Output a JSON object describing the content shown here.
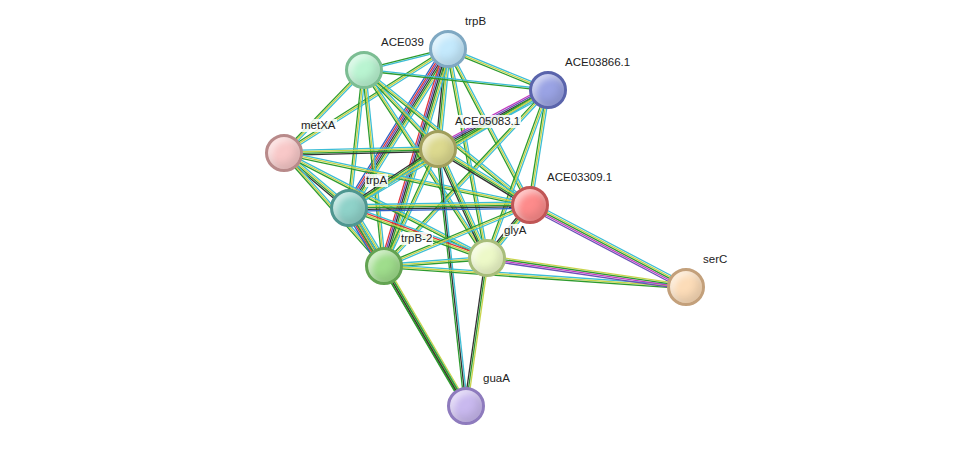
{
  "diagram": {
    "nodes": [
      {
        "text": [
          "trpB"
        ]
      },
      {
        "text": [
          "ACE039"
        ]
      },
      {
        "text": [
          "ACE03866.1"
        ]
      },
      {
        "text": [
          "metXA"
        ]
      },
      {
        "text": [
          "ACE05083.1"
        ]
      },
      {
        "text": [
          "trpA"
        ]
      },
      {
        "text": [
          "ACE03309.1"
        ]
      },
      {
        "text": [
          "trpB-2"
        ]
      },
      {
        "text": [
          "glyA"
        ]
      },
      {
        "text": [
          "serC"
        ]
      },
      {
        "text": [
          "guaA"
        ]
      }
    ],
    "edges": [
      {
        "from": 0,
        "to": 1,
        "arrow": "none"
      },
      {
        "from": 0,
        "to": 2,
        "arrow": "none"
      },
      {
        "from": 0,
        "to": 3,
        "arrow": "none"
      },
      {
        "from": 0,
        "to": 4,
        "arrow": "none"
      },
      {
        "from": 0,
        "to": 5,
        "arrow": "none"
      },
      {
        "from": 0,
        "to": 6,
        "arrow": "none"
      },
      {
        "from": 0,
        "to": 7,
        "arrow": "none"
      },
      {
        "from": 0,
        "to": 8,
        "arrow": "none"
      },
      {
        "from": 1,
        "to": 2,
        "arrow": "none"
      },
      {
        "from": 1,
        "to": 3,
        "arrow": "none"
      },
      {
        "from": 1,
        "to": 4,
        "arrow": "none"
      },
      {
        "from": 1,
        "to": 5,
        "arrow": "none"
      },
      {
        "from": 1,
        "to": 6,
        "arrow": "none"
      },
      {
        "from": 1,
        "to": 7,
        "arrow": "none"
      },
      {
        "from": 1,
        "to": 8,
        "arrow": "none"
      },
      {
        "from": 2,
        "to": 4,
        "arrow": "none"
      },
      {
        "from": 2,
        "to": 5,
        "arrow": "none"
      },
      {
        "from": 2,
        "to": 6,
        "arrow": "none"
      },
      {
        "from": 2,
        "to": 7,
        "arrow": "none"
      },
      {
        "from": 2,
        "to": 8,
        "arrow": "none"
      },
      {
        "from": 3,
        "to": 4,
        "arrow": "none"
      },
      {
        "from": 3,
        "to": 5,
        "arrow": "none"
      },
      {
        "from": 3,
        "to": 6,
        "arrow": "none"
      },
      {
        "from": 3,
        "to": 7,
        "arrow": "none"
      },
      {
        "from": 3,
        "to": 8,
        "arrow": "none"
      },
      {
        "from": 4,
        "to": 5,
        "arrow": "none"
      },
      {
        "from": 4,
        "to": 6,
        "arrow": "none"
      },
      {
        "from": 4,
        "to": 7,
        "arrow": "none"
      },
      {
        "from": 4,
        "to": 8,
        "arrow": "none"
      },
      {
        "from": 4,
        "to": 10,
        "arrow": "none"
      },
      {
        "from": 5,
        "to": 6,
        "arrow": "none"
      },
      {
        "from": 5,
        "to": 7,
        "arrow": "none"
      },
      {
        "from": 5,
        "to": 8,
        "arrow": "none"
      },
      {
        "from": 5,
        "to": 10,
        "arrow": "none"
      },
      {
        "from": 6,
        "to": 7,
        "arrow": "none"
      },
      {
        "from": 6,
        "to": 8,
        "arrow": "none"
      },
      {
        "from": 6,
        "to": 9,
        "arrow": "none"
      },
      {
        "from": 7,
        "to": 8,
        "arrow": "none"
      },
      {
        "from": 7,
        "to": 10,
        "arrow": "none"
      },
      {
        "from": 7,
        "to": 9,
        "arrow": "none"
      },
      {
        "from": 8,
        "to": 9,
        "arrow": "none"
      },
      {
        "from": 8,
        "to": 10,
        "arrow": "none"
      }
    ]
  }
}
